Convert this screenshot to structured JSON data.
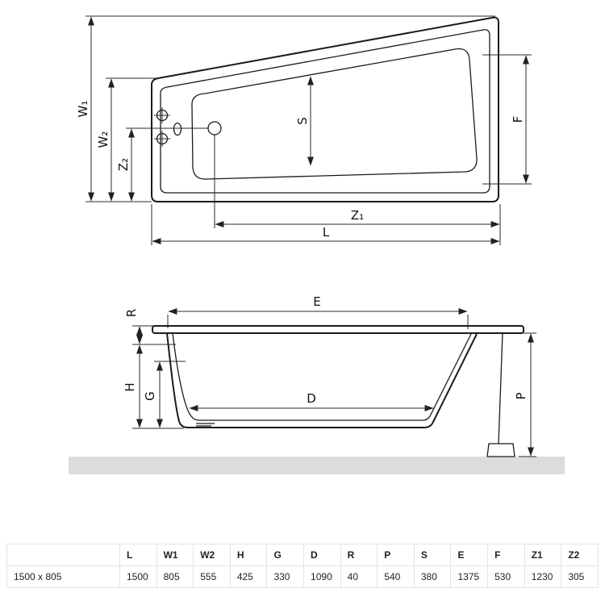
{
  "drawing": {
    "top_view": {
      "labels": {
        "w1": "W₁",
        "w2": "W₂",
        "z2": "Z₂",
        "s": "S",
        "f": "F",
        "z1": "Z₁",
        "l": "L"
      }
    },
    "side_view": {
      "labels": {
        "r": "R",
        "e": "E",
        "h": "H",
        "g": "G",
        "d": "D",
        "p": "P"
      }
    }
  },
  "table": {
    "size_label": "1500 x 805",
    "headers": [
      "L",
      "W1",
      "W2",
      "H",
      "G",
      "D",
      "R",
      "P",
      "S",
      "E",
      "F",
      "Z1",
      "Z2"
    ],
    "values": [
      "1500",
      "805",
      "555",
      "425",
      "330",
      "1090",
      "40",
      "540",
      "380",
      "1375",
      "530",
      "1230",
      "305"
    ]
  }
}
